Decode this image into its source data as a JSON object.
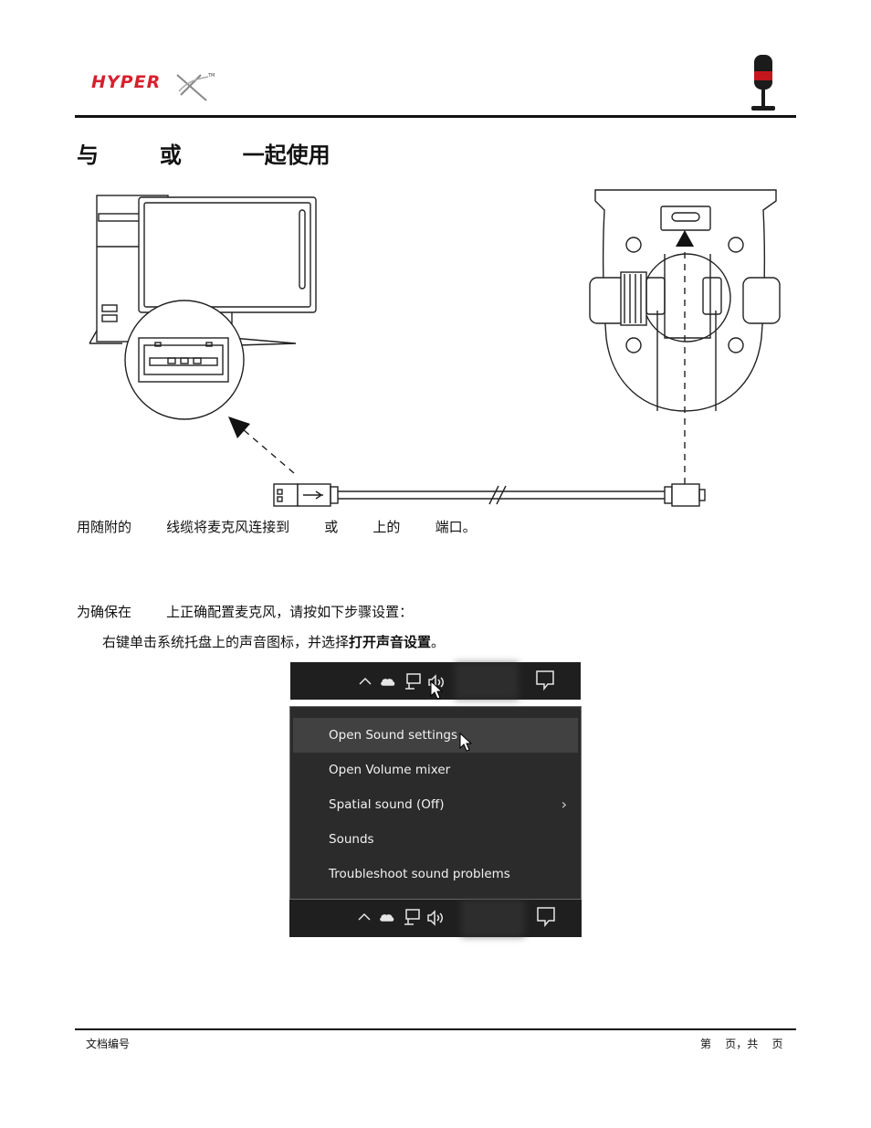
{
  "header": {
    "logo_text": "HYPERX"
  },
  "section_title": "与        或        一起使用",
  "illustration_caption": "用随附的        线缆将麦克风连接到        或        上的        端口。",
  "intro_text": "为确保在        上正确配置麦克风，请按如下步骤设置：",
  "step1": {
    "text": "右键单击系统托盘上的声音图标，并选择",
    "bold": "打开声音设置",
    "end": "。"
  },
  "context_menu": {
    "items": [
      {
        "label": "Open Sound settings"
      },
      {
        "label": "Open Volume mixer"
      },
      {
        "label": "Spatial sound (Off)"
      },
      {
        "label": "Sounds"
      },
      {
        "label": "Troubleshoot sound problems"
      }
    ]
  },
  "footer": {
    "doc_number": "文档编号",
    "page_info": "第    页，共    页"
  }
}
